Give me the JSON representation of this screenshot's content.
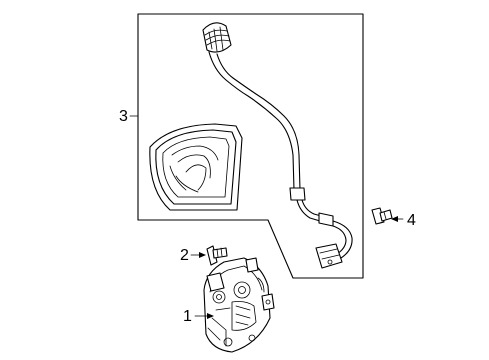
{
  "diagram": {
    "callouts": [
      {
        "id": "1",
        "label": "1",
        "part": "shifter-assembly"
      },
      {
        "id": "2",
        "label": "2",
        "part": "bolt"
      },
      {
        "id": "3",
        "label": "3",
        "part": "shift-boot-and-knob-group"
      },
      {
        "id": "4",
        "label": "4",
        "part": "bolt"
      }
    ],
    "colors": {
      "line": "#000000",
      "background": "#ffffff"
    }
  }
}
